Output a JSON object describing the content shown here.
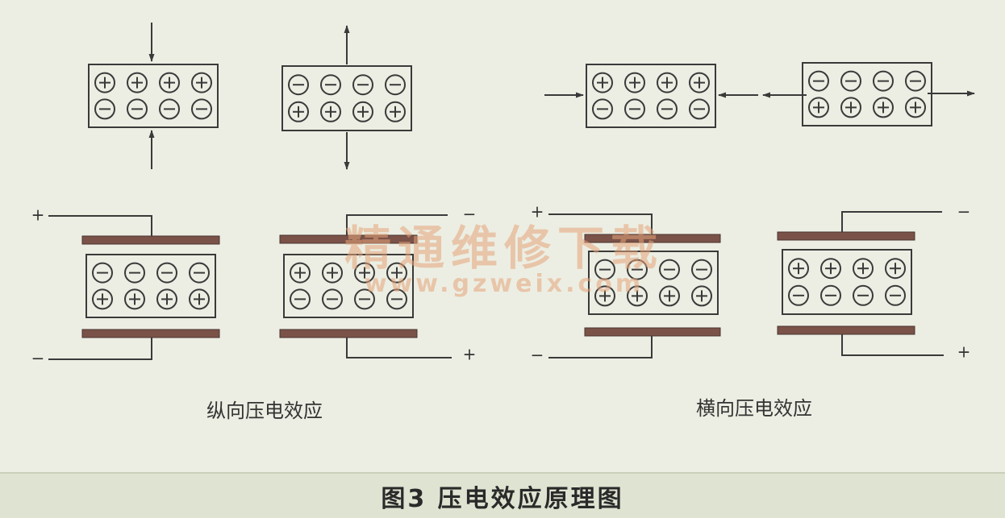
{
  "labels": {
    "longitudinal": "纵向压电效应",
    "transverse": "横向压电效应"
  },
  "caption": {
    "title": "图3  压电效应原理图"
  },
  "watermark": {
    "line1": "精通维修下载",
    "line2": "www.gzweix.com"
  },
  "signs": {
    "plus": "+",
    "minus": "−"
  },
  "colors": {
    "background": "#eceee3",
    "line": "#3a3a3a",
    "electrode": "#7a5248",
    "watermark": "#e6a47a"
  }
}
